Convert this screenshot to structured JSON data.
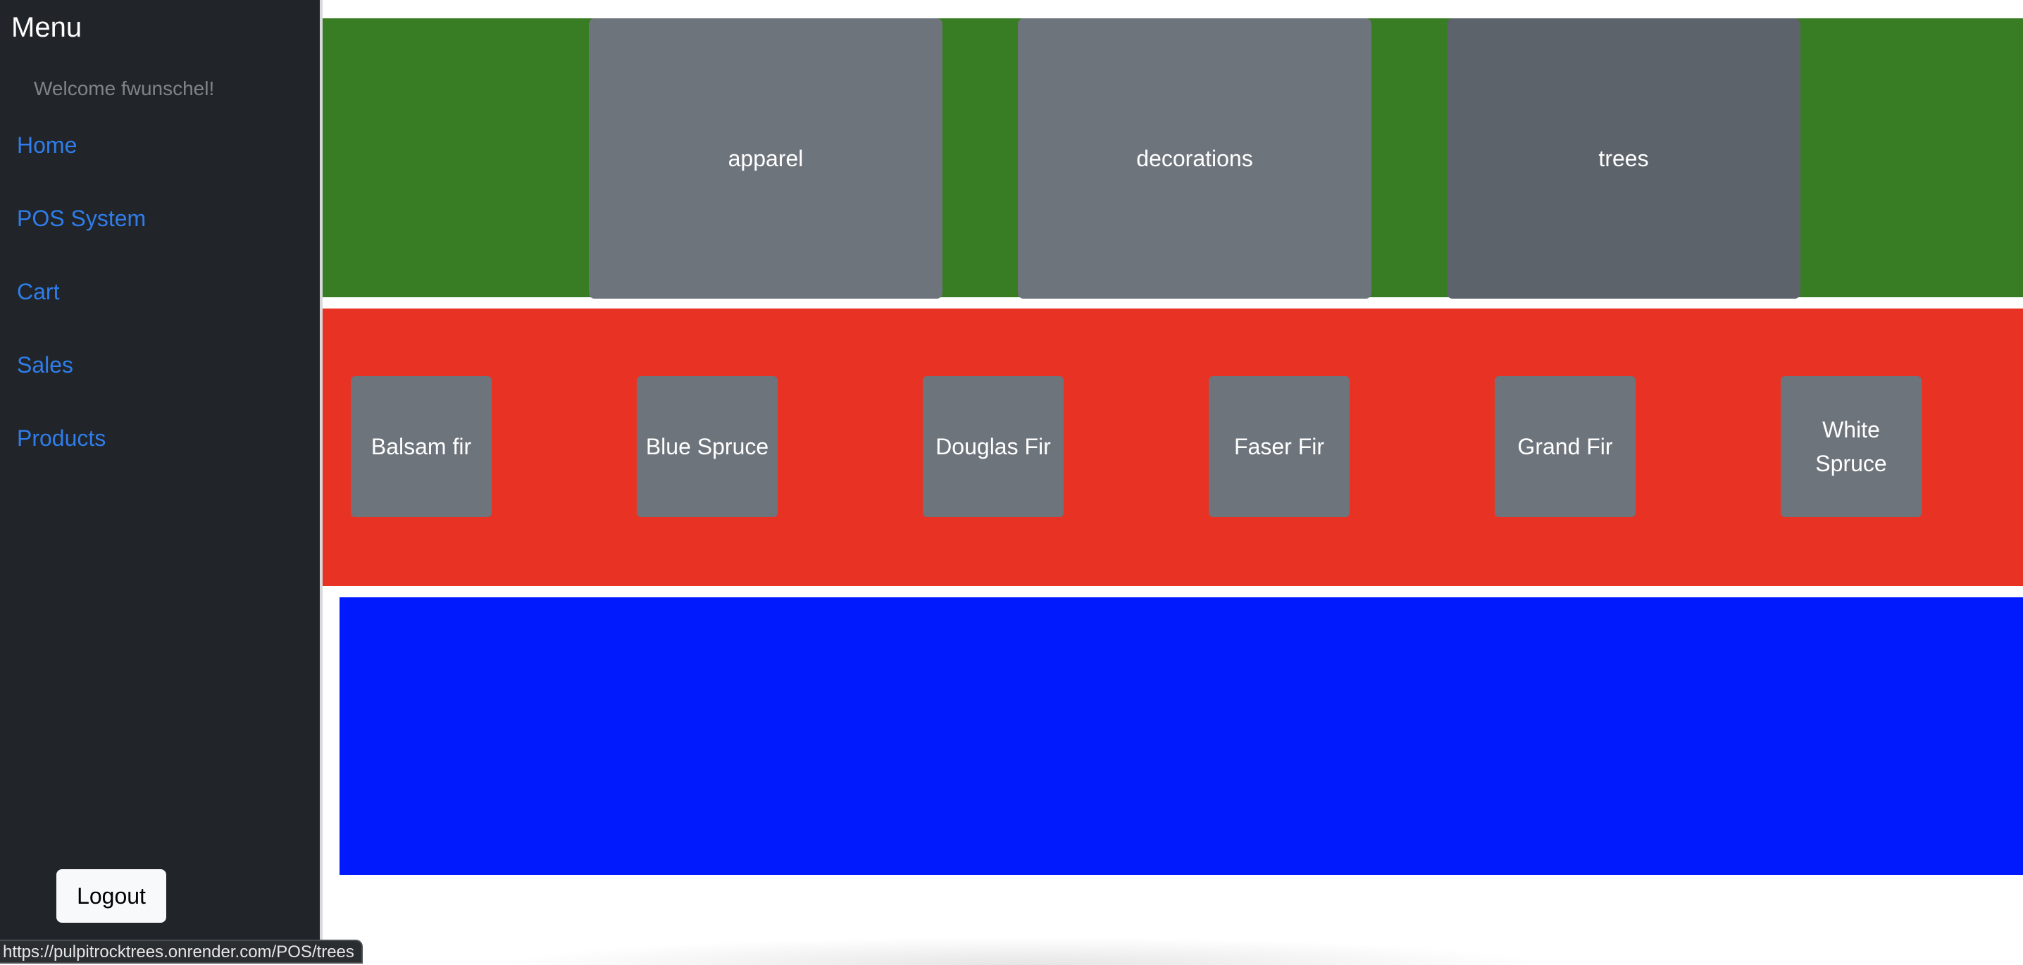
{
  "sidebar": {
    "title": "Menu",
    "welcome": "Welcome fwunschel!",
    "nav": [
      {
        "label": "Home"
      },
      {
        "label": "POS System"
      },
      {
        "label": "Cart"
      },
      {
        "label": "Sales"
      },
      {
        "label": "Products"
      }
    ],
    "logout_label": "Logout"
  },
  "status_bar": {
    "url": "https://pulpitrocktrees.onrender.com/POS/trees"
  },
  "categories": [
    {
      "label": "apparel"
    },
    {
      "label": "decorations"
    },
    {
      "label": "trees"
    }
  ],
  "products": [
    {
      "label": "Balsam fir"
    },
    {
      "label": "Blue Spruce"
    },
    {
      "label": "Douglas Fir"
    },
    {
      "label": "Faser Fir"
    },
    {
      "label": "Grand Fir"
    },
    {
      "label": "White Spruce"
    }
  ],
  "colors": {
    "sidebar_bg": "#212529",
    "link": "#2f7dea",
    "category_band": "#387c23",
    "product_band": "#e83324",
    "detail_band": "#0019fd",
    "tile": "#6e747c",
    "tile_active": "#5c636a"
  }
}
